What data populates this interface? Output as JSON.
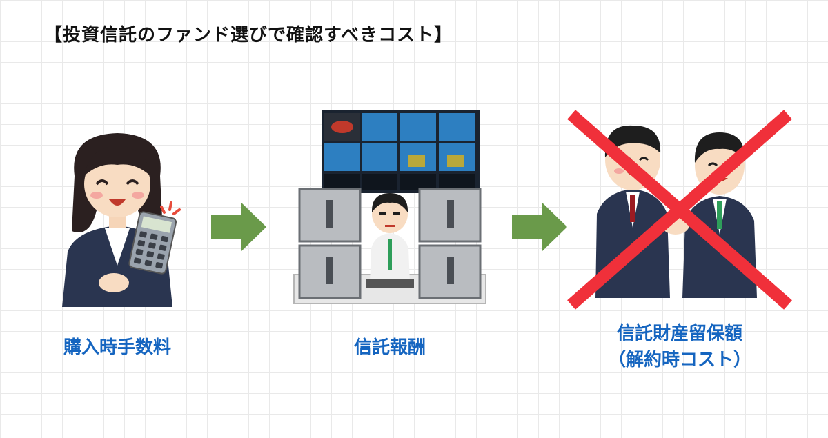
{
  "title": "【投資信託のファンド選びで確認すべきコスト】",
  "steps": [
    {
      "label": "購入時手数料"
    },
    {
      "label": "信託報酬"
    },
    {
      "label_line1": "信託財産留保額",
      "label_line2": "（解約時コスト）"
    }
  ],
  "colors": {
    "caption": "#1565c0",
    "arrow": "#6a9a4a",
    "cross": "#f0303a",
    "suit": "#2a3550"
  },
  "icons": [
    "calculator-icon",
    "arrow-right-icon",
    "monitor-wall-icon",
    "handshake-icon",
    "cross-icon"
  ]
}
